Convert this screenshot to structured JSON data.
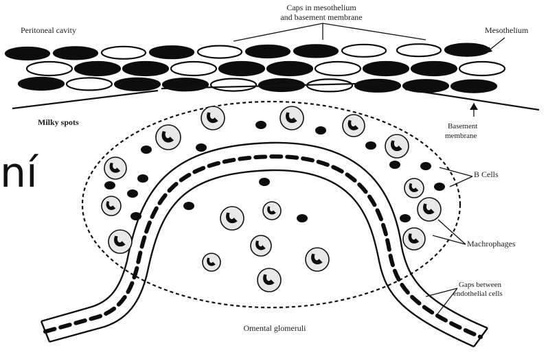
{
  "slide_text_fragment": "ní",
  "diagram": {
    "labels": {
      "caps_line1": "Caps in mesothelium",
      "caps_line2": "and basement membrane",
      "peritoneal_cavity": "Peritoneal cavity",
      "mesothelium": "Mesothelium",
      "milky_spots": "Milky spots",
      "basement_line1": "Basement",
      "basement_line2": "membrane",
      "b_cells": "B Cells",
      "macrophages": "Machrophages",
      "gaps_line1": "Gaps between",
      "gaps_line2": "endothelial cells",
      "omental_glomeruli": "Omental glomeruli"
    }
  }
}
